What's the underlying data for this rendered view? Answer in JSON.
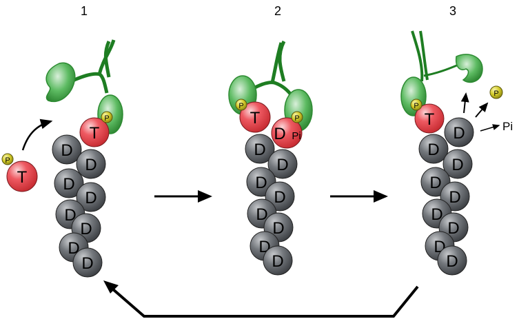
{
  "steps": [
    "1",
    "2",
    "3"
  ],
  "subunit": {
    "atp": "T",
    "adp": "D",
    "pi_tag": "Pi",
    "phospho": "P"
  },
  "released_pi": "Pi",
  "colors": {
    "atp": "#e8484f",
    "adp": "#555a60",
    "phospho": "#c8c21e",
    "motor": "#2f9a35",
    "arrow": "#000000"
  }
}
